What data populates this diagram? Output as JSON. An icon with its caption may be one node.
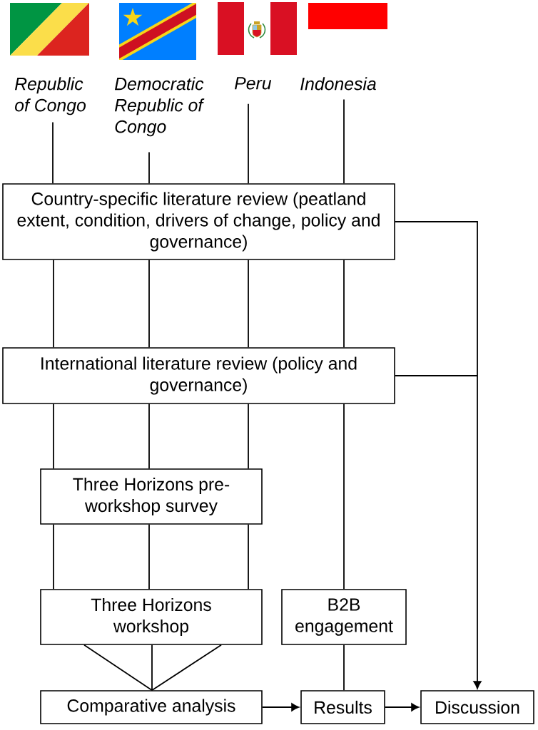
{
  "diagram": {
    "nodes": [
      {
        "text": [],
        "shape": "picture"
      },
      {
        "text": [],
        "shape": "picture"
      },
      {
        "text": [],
        "shape": "picture"
      },
      {
        "text": [],
        "shape": "box"
      },
      {
        "text": [
          "Republic of Congo"
        ]
      },
      {
        "text": [
          "Democratic Republic of Congo"
        ]
      },
      {
        "text": [
          "Peru"
        ]
      },
      {
        "text": [
          "Indonesia"
        ]
      },
      {
        "text": [
          "Country-specific literature review (peatland extent, condition, drivers of change, policy and governance)"
        ]
      },
      {
        "text": [
          "International literature review (policy and governance)"
        ]
      },
      {
        "text": [
          "Three Horizons pre-workshop survey"
        ]
      },
      {
        "text": [
          "Three Horizons workshop"
        ]
      },
      {
        "text": [
          "B2B engagement"
        ]
      },
      {
        "text": [
          "Comparative analysis"
        ]
      },
      {
        "text": [
          "Results"
        ]
      },
      {
        "text": [
          "Discussion"
        ]
      }
    ],
    "edges": [
      {
        "from": 4,
        "to": 8,
        "arrow": "none"
      },
      {
        "from": 5,
        "to": 8,
        "arrow": "none"
      },
      {
        "from": 6,
        "to": 8,
        "arrow": "none"
      },
      {
        "from": 7,
        "to": 8,
        "arrow": "none"
      },
      {
        "from": 8,
        "to": 9,
        "arrow": "none"
      },
      {
        "from": 8,
        "to": 9,
        "arrow": "none"
      },
      {
        "from": 8,
        "to": 9,
        "arrow": "none"
      },
      {
        "from": 8,
        "to": 9,
        "arrow": "none"
      },
      {
        "from": 9,
        "to": 10,
        "arrow": "none"
      },
      {
        "from": 9,
        "to": 10,
        "arrow": "none"
      },
      {
        "from": 9,
        "to": 10,
        "arrow": "none"
      },
      {
        "from": 9,
        "to": 12,
        "arrow": "none"
      },
      {
        "from": 10,
        "to": 11,
        "arrow": "none"
      },
      {
        "from": 10,
        "to": 11,
        "arrow": "none"
      },
      {
        "from": 10,
        "to": 11,
        "arrow": "none"
      },
      {
        "from": 11,
        "to": 13,
        "arrow": "none"
      },
      {
        "from": 11,
        "to": 13,
        "arrow": "none"
      },
      {
        "from": 11,
        "to": 13,
        "arrow": "none"
      },
      {
        "from": 12,
        "to": 14,
        "arrow": "none"
      },
      {
        "from": 13,
        "to": 14,
        "arrow": "to"
      },
      {
        "from": 14,
        "to": 15,
        "arrow": "to"
      },
      {
        "from": 8,
        "to": 15,
        "arrow": "to"
      },
      {
        "from": 9,
        "to": 15,
        "arrow": "to"
      }
    ]
  }
}
